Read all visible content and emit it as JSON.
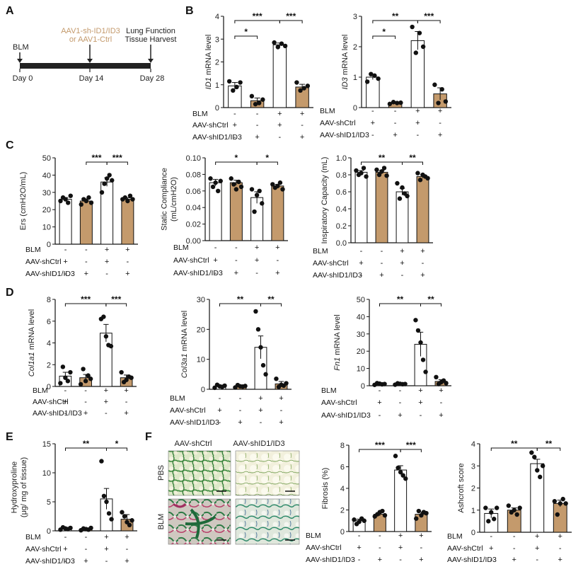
{
  "figure": {
    "panel_letters": [
      "A",
      "B",
      "C",
      "D",
      "E",
      "F"
    ],
    "colors": {
      "white_bar": "#ffffff",
      "brown_bar": "#c49a6c",
      "bar_edge": "#111111",
      "dot": "#111111",
      "timeline": "#222222",
      "highlight_text": "#c49a6c"
    }
  },
  "timeline": {
    "start_label": "BLM",
    "middle_label_line1": "AAV1-sh-ID1/ID3",
    "middle_label_line2": "or AAV1-Ctrl",
    "end_label_line1": "Lung Function",
    "end_label_line2": "Tissue Harvest",
    "days": [
      "Day 0",
      "Day 14",
      "Day 28"
    ]
  },
  "condition_rows": {
    "labels": [
      "BLM",
      "AAV-shCtrl",
      "AAV-shID1/ID3"
    ],
    "signs": [
      [
        "-",
        "-",
        "+",
        "+"
      ],
      [
        "+",
        "-",
        "+",
        "-"
      ],
      [
        "-",
        "+",
        "-",
        "+"
      ]
    ]
  },
  "histology": {
    "column_titles": [
      "AAV-shCtrl",
      "AAV-shID1/ID3"
    ],
    "row_labels": [
      "PBS",
      "BLM"
    ]
  },
  "chart_data": [
    {
      "panel": "B",
      "type": "bar",
      "ylabel": "ID1 mRNA level",
      "ylabel_prefix": "ID1",
      "ylabel_suffix": " mRNA level",
      "italic_prefix": true,
      "ylim": [
        0,
        4
      ],
      "yticks": [
        0,
        1,
        2,
        3,
        4
      ],
      "categories": [
        "BLM- / AAV-shCtrl+",
        "BLM- / AAV-shID1/ID3+",
        "BLM+ / AAV-shCtrl+",
        "BLM+ / AAV-shID1/ID3+"
      ],
      "values": [
        0.95,
        0.3,
        2.75,
        0.9
      ],
      "errors": [
        0.15,
        0.12,
        0.08,
        0.12
      ],
      "points": [
        [
          1.15,
          0.75,
          0.9,
          1.1
        ],
        [
          0.5,
          0.15,
          0.2,
          0.35
        ],
        [
          2.85,
          2.65,
          2.8,
          2.7
        ],
        [
          1.1,
          0.75,
          0.85,
          0.95
        ]
      ],
      "significance": [
        {
          "from": 0,
          "to": 2,
          "label": "***"
        },
        {
          "from": 2,
          "to": 3,
          "label": "***"
        },
        {
          "from": 0,
          "to": 1,
          "label": "*"
        }
      ]
    },
    {
      "panel": "B",
      "type": "bar",
      "ylabel": "ID3 mRNA level",
      "ylabel_prefix": "ID3",
      "ylabel_suffix": " mRNA level",
      "italic_prefix": true,
      "ylim": [
        0,
        3
      ],
      "yticks": [
        0,
        1,
        2,
        3
      ],
      "categories": [
        "BLM- / AAV-shCtrl+",
        "BLM- / AAV-shID1/ID3+",
        "BLM+ / AAV-shCtrl+",
        "BLM+ / AAV-shID1/ID3+"
      ],
      "values": [
        1.0,
        0.15,
        2.2,
        0.45
      ],
      "errors": [
        0.08,
        0.03,
        0.3,
        0.2
      ],
      "points": [
        [
          0.85,
          1.1,
          1.05,
          0.95
        ],
        [
          0.12,
          0.18,
          0.15,
          0.16
        ],
        [
          2.65,
          1.8,
          2.45,
          2.0
        ],
        [
          0.75,
          0.15,
          0.6,
          0.2
        ]
      ],
      "significance": [
        {
          "from": 0,
          "to": 2,
          "label": "**"
        },
        {
          "from": 2,
          "to": 3,
          "label": "***"
        },
        {
          "from": 0,
          "to": 1,
          "label": "*"
        }
      ]
    },
    {
      "panel": "C",
      "type": "bar",
      "ylabel": "Ers (cmH2O/mL)",
      "ylabel_prefix": "",
      "ylabel_suffix": "Ers (cmH2O/mL)",
      "italic_prefix": false,
      "ylim": [
        0,
        50
      ],
      "yticks": [
        0,
        10,
        20,
        30,
        40,
        50
      ],
      "categories": [
        "BLM- / AAV-shCtrl+",
        "BLM- / AAV-shID1/ID3+",
        "BLM+ / AAV-shCtrl+",
        "BLM+ / AAV-shID1/ID3+"
      ],
      "values": [
        26,
        25,
        36,
        26
      ],
      "errors": [
        1,
        1.2,
        2.5,
        0.8
      ],
      "points": [
        [
          25,
          27,
          26,
          24,
          28
        ],
        [
          23,
          26,
          25,
          27,
          24
        ],
        [
          30,
          35,
          38,
          40,
          37
        ],
        [
          26,
          27,
          25,
          28,
          26
        ]
      ],
      "significance": [
        {
          "from": 1,
          "to": 2,
          "label": "***"
        },
        {
          "from": 2,
          "to": 3,
          "label": "***"
        }
      ]
    },
    {
      "panel": "C",
      "type": "bar",
      "ylabel": "Static Compliance (mL/cmH2O)",
      "ylabel_prefix": "",
      "ylabel_suffix": "Static Compliance",
      "ylabel_line2": "(mL/cmH2O)",
      "italic_prefix": false,
      "ylim": [
        0,
        0.1
      ],
      "yticks": [
        0.0,
        0.02,
        0.04,
        0.06,
        0.08,
        0.1
      ],
      "ytick_labels": [
        "0.00",
        "0.02",
        "0.04",
        "0.06",
        "0.08",
        "0.10"
      ],
      "categories": [
        "BLM- / AAV-shCtrl+",
        "BLM- / AAV-shID1/ID3+",
        "BLM+ / AAV-shCtrl+",
        "BLM+ / AAV-shID1/ID3+"
      ],
      "values": [
        0.07,
        0.07,
        0.052,
        0.066
      ],
      "errors": [
        0.004,
        0.003,
        0.007,
        0.002
      ],
      "points": [
        [
          0.075,
          0.065,
          0.07,
          0.06,
          0.072
        ],
        [
          0.075,
          0.068,
          0.062,
          0.071,
          0.065
        ],
        [
          0.062,
          0.035,
          0.055,
          0.06,
          0.045
        ],
        [
          0.068,
          0.064,
          0.066,
          0.07,
          0.062
        ]
      ],
      "significance": [
        {
          "from": 0,
          "to": 2,
          "label": "*"
        },
        {
          "from": 2,
          "to": 3,
          "label": "*"
        }
      ]
    },
    {
      "panel": "C",
      "type": "bar",
      "ylabel": "Inspiratory Capacity (mL)",
      "ylabel_prefix": "",
      "ylabel_suffix": "Inspiratory Capacity (mL)",
      "italic_prefix": false,
      "ylim": [
        0,
        1.0
      ],
      "yticks": [
        0.0,
        0.2,
        0.4,
        0.6,
        0.8,
        1.0
      ],
      "ytick_labels": [
        "0.0",
        "0.2",
        "0.4",
        "0.6",
        "0.8",
        "1.0"
      ],
      "categories": [
        "BLM- / AAV-shCtrl+",
        "BLM- / AAV-shID1/ID3+",
        "BLM+ / AAV-shCtrl+",
        "BLM+ / AAV-shID1/ID3+"
      ],
      "values": [
        0.83,
        0.83,
        0.6,
        0.78
      ],
      "errors": [
        0.02,
        0.02,
        0.04,
        0.02
      ],
      "points": [
        [
          0.85,
          0.8,
          0.82,
          0.88,
          0.78
        ],
        [
          0.86,
          0.8,
          0.84,
          0.88,
          0.79
        ],
        [
          0.7,
          0.52,
          0.65,
          0.58,
          0.55
        ],
        [
          0.82,
          0.74,
          0.8,
          0.78,
          0.76
        ]
      ],
      "significance": [
        {
          "from": 0,
          "to": 2,
          "label": "**"
        },
        {
          "from": 2,
          "to": 3,
          "label": "**"
        }
      ]
    },
    {
      "panel": "D",
      "type": "bar",
      "ylabel": "Col1a1 mRNA level",
      "ylabel_prefix": "Col1a1",
      "ylabel_suffix": " mRNA level",
      "italic_prefix": true,
      "ylim": [
        0,
        8
      ],
      "yticks": [
        0,
        2,
        4,
        6,
        8
      ],
      "categories": [
        "BLM- / AAV-shCtrl+",
        "BLM- / AAV-shID1/ID3+",
        "BLM+ / AAV-shCtrl+",
        "BLM+ / AAV-shID1/ID3+"
      ],
      "values": [
        0.95,
        0.8,
        4.9,
        0.8
      ],
      "errors": [
        0.35,
        0.3,
        0.8,
        0.25
      ],
      "points": [
        [
          0.3,
          1.8,
          0.8,
          0.5,
          1.3
        ],
        [
          0.2,
          1.6,
          0.5,
          1.0,
          0.7
        ],
        [
          6.2,
          6.4,
          4.6,
          3.8,
          3.7
        ],
        [
          1.3,
          0.4,
          0.6,
          0.9,
          0.8
        ]
      ],
      "significance": [
        {
          "from": 0,
          "to": 2,
          "label": "***"
        },
        {
          "from": 2,
          "to": 3,
          "label": "***"
        }
      ]
    },
    {
      "panel": "D",
      "type": "bar",
      "ylabel": "Col3a1 mRNA level",
      "ylabel_prefix": "Col3a1",
      "ylabel_suffix": " mRNA level",
      "italic_prefix": true,
      "ylim": [
        0,
        30
      ],
      "yticks": [
        0,
        10,
        20,
        30
      ],
      "categories": [
        "BLM- / AAV-shCtrl+",
        "BLM- / AAV-shID1/ID3+",
        "BLM+ / AAV-shCtrl+",
        "BLM+ / AAV-shID1/ID3+"
      ],
      "values": [
        1.0,
        1.0,
        14,
        1.8
      ],
      "errors": [
        0.3,
        0.3,
        3.8,
        0.8
      ],
      "points": [
        [
          0.5,
          1.5,
          1.0,
          0.8,
          1.2
        ],
        [
          0.6,
          1.4,
          1.0,
          0.9,
          1.1
        ],
        [
          26,
          20,
          14,
          8,
          5
        ],
        [
          3.5,
          0.8,
          1.5,
          1.2,
          2.0
        ]
      ],
      "significance": [
        {
          "from": 0,
          "to": 2,
          "label": "**"
        },
        {
          "from": 2,
          "to": 3,
          "label": "**"
        }
      ]
    },
    {
      "panel": "D",
      "type": "bar",
      "ylabel": "Fn1 mRNA level",
      "ylabel_prefix": "Fn1",
      "ylabel_suffix": " mRNA level",
      "italic_prefix": true,
      "ylim": [
        0,
        50
      ],
      "yticks": [
        0,
        10,
        20,
        30,
        40,
        50
      ],
      "categories": [
        "BLM- / AAV-shCtrl+",
        "BLM- / AAV-shID1/ID3+",
        "BLM+ / AAV-shCtrl+",
        "BLM+ / AAV-shID1/ID3+"
      ],
      "values": [
        1.0,
        1.0,
        24,
        2.5
      ],
      "errors": [
        0.3,
        0.3,
        7,
        1.0
      ],
      "points": [
        [
          0.5,
          1.5,
          1.2,
          0.8,
          1.0
        ],
        [
          0.6,
          1.4,
          1.1,
          0.9,
          1.0
        ],
        [
          38,
          32,
          25,
          15,
          8
        ],
        [
          5,
          1,
          2,
          3,
          1.5
        ]
      ],
      "significance": [
        {
          "from": 0,
          "to": 2,
          "label": "**"
        },
        {
          "from": 2,
          "to": 3,
          "label": "**"
        }
      ]
    },
    {
      "panel": "E",
      "type": "bar",
      "ylabel": "Hydroxyproline (μg/ mg of tissue)",
      "ylabel_prefix": "",
      "ylabel_suffix": "Hydroxyproline",
      "ylabel_line2": "(μg/ mg of tissue)",
      "italic_prefix": false,
      "ylim": [
        0,
        15
      ],
      "yticks": [
        0,
        5,
        10,
        15
      ],
      "categories": [
        "BLM- / AAV-shCtrl+",
        "BLM- / AAV-shID1/ID3+",
        "BLM+ / AAV-shCtrl+",
        "BLM+ / AAV-shID1/ID3+"
      ],
      "values": [
        0.4,
        0.3,
        5.5,
        2.0
      ],
      "errors": [
        0.2,
        0.15,
        1.8,
        0.8
      ],
      "points": [
        [
          0.2,
          0.6,
          0.4,
          0.3,
          0.5
        ],
        [
          0.1,
          0.4,
          0.3,
          0.2,
          0.5
        ],
        [
          12,
          6,
          5,
          3,
          2
        ],
        [
          3.2,
          2.5,
          1.5,
          1.0,
          1.8
        ]
      ],
      "significance": [
        {
          "from": 0,
          "to": 2,
          "label": "**"
        },
        {
          "from": 2,
          "to": 3,
          "label": "*"
        }
      ]
    },
    {
      "panel": "F",
      "type": "bar",
      "ylabel": "Fibrosis (%)",
      "ylabel_prefix": "",
      "ylabel_suffix": "Fibrosis (%)",
      "italic_prefix": false,
      "ylim": [
        0,
        8
      ],
      "yticks": [
        0,
        2,
        4,
        6,
        8
      ],
      "categories": [
        "BLM- / AAV-shCtrl+",
        "BLM- / AAV-shID1/ID3+",
        "BLM+ / AAV-shCtrl+",
        "BLM+ / AAV-shID1/ID3+"
      ],
      "values": [
        1.0,
        1.6,
        5.7,
        1.6
      ],
      "errors": [
        0.15,
        0.15,
        0.4,
        0.2
      ],
      "points": [
        [
          1.1,
          0.7,
          0.9,
          1.2,
          1.0
        ],
        [
          1.4,
          1.6,
          1.8,
          1.9,
          1.5
        ],
        [
          7.0,
          5.9,
          5.5,
          5.2,
          4.9
        ],
        [
          1.2,
          1.9,
          1.5,
          1.8,
          1.7
        ]
      ],
      "significance": [
        {
          "from": 0,
          "to": 2,
          "label": "***"
        },
        {
          "from": 2,
          "to": 3,
          "label": "***"
        }
      ]
    },
    {
      "panel": "F",
      "type": "bar",
      "ylabel": "Ashcroft score",
      "ylabel_prefix": "",
      "ylabel_suffix": "Ashcroft score",
      "italic_prefix": false,
      "ylim": [
        0,
        4
      ],
      "yticks": [
        0,
        1,
        2,
        3,
        4
      ],
      "categories": [
        "BLM- / AAV-shCtrl+",
        "BLM- / AAV-shID1/ID3+",
        "BLM+ / AAV-shCtrl+",
        "BLM+ / AAV-shID1/ID3+"
      ],
      "values": [
        0.85,
        1.0,
        3.1,
        1.3
      ],
      "errors": [
        0.2,
        0.1,
        0.2,
        0.15
      ],
      "points": [
        [
          1.1,
          0.5,
          0.9,
          0.6,
          1.1
        ],
        [
          1.2,
          0.9,
          1.0,
          0.8,
          1.1
        ],
        [
          3.6,
          3.4,
          2.8,
          2.5,
          3.0
        ],
        [
          1.4,
          0.8,
          1.3,
          1.5,
          1.3
        ]
      ],
      "significance": [
        {
          "from": 0,
          "to": 2,
          "label": "**"
        },
        {
          "from": 2,
          "to": 3,
          "label": "**"
        }
      ]
    }
  ]
}
